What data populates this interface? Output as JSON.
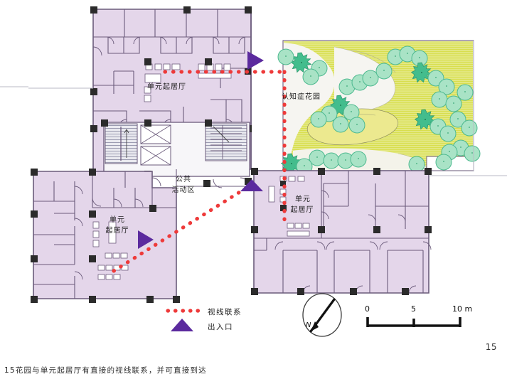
{
  "figure": {
    "page_number": "15",
    "caption": "15花园与单元起居厅有直接的视线联系，并可直接到达",
    "type": "architectural-floor-plan"
  },
  "plan_labels": {
    "unit_living_room_north": "单元起居厅",
    "unit_living_room_west_line1": "单元",
    "unit_living_room_west_line2": "起居厅",
    "unit_living_room_east_line1": "单元",
    "unit_living_room_east_line2": "起居厅",
    "public_activity_line1": "公共",
    "public_activity_line2": "活动区",
    "dementia_garden": "认知症花园"
  },
  "legend": {
    "items": [
      {
        "symbol": "dotted-line",
        "label": "视线联系",
        "color": "#ee3a3a"
      },
      {
        "symbol": "triangle",
        "label": "出入口",
        "color": "#5b2a9e"
      }
    ]
  },
  "compass": {
    "label": "N",
    "icon": "north-arrow-icon"
  },
  "scale_bar": {
    "ticks": [
      "0",
      "5",
      "10 m"
    ],
    "unit": "m",
    "max": 10
  },
  "colors": {
    "building_fill": "#e4d6ea",
    "wall": "#6b5b7b",
    "column": "#2b2b2b",
    "lawn": "#dfe45f",
    "lawn_light": "#e8ec9a",
    "tree_fill": "#a9e3c6",
    "tree_dark": "#43bd8d",
    "path": "#f2f2f0",
    "sightline": "#ee3a3a",
    "entrance": "#5b2a9e"
  },
  "chart_data": {
    "type": "table",
    "title": "认知症花园与单元起居厅平面关系",
    "zones": [
      {
        "name": "单元起居厅",
        "position": "north",
        "has_entrance": true,
        "sightline_to_garden": true
      },
      {
        "name": "单元起居厅",
        "position": "west",
        "has_entrance": true,
        "sightline_to_garden": true
      },
      {
        "name": "单元起居厅",
        "position": "east",
        "has_entrance": true,
        "sightline_to_garden": true
      },
      {
        "name": "公共活动区",
        "position": "center",
        "has_entrance": false,
        "sightline_to_garden": false
      },
      {
        "name": "认知症花园",
        "position": "northeast",
        "has_entrance": false,
        "sightline_to_garden": true
      }
    ],
    "entrances": 3,
    "sightlines": 3,
    "scale_ticks": [
      0,
      5,
      10
    ],
    "scale_unit": "m"
  }
}
